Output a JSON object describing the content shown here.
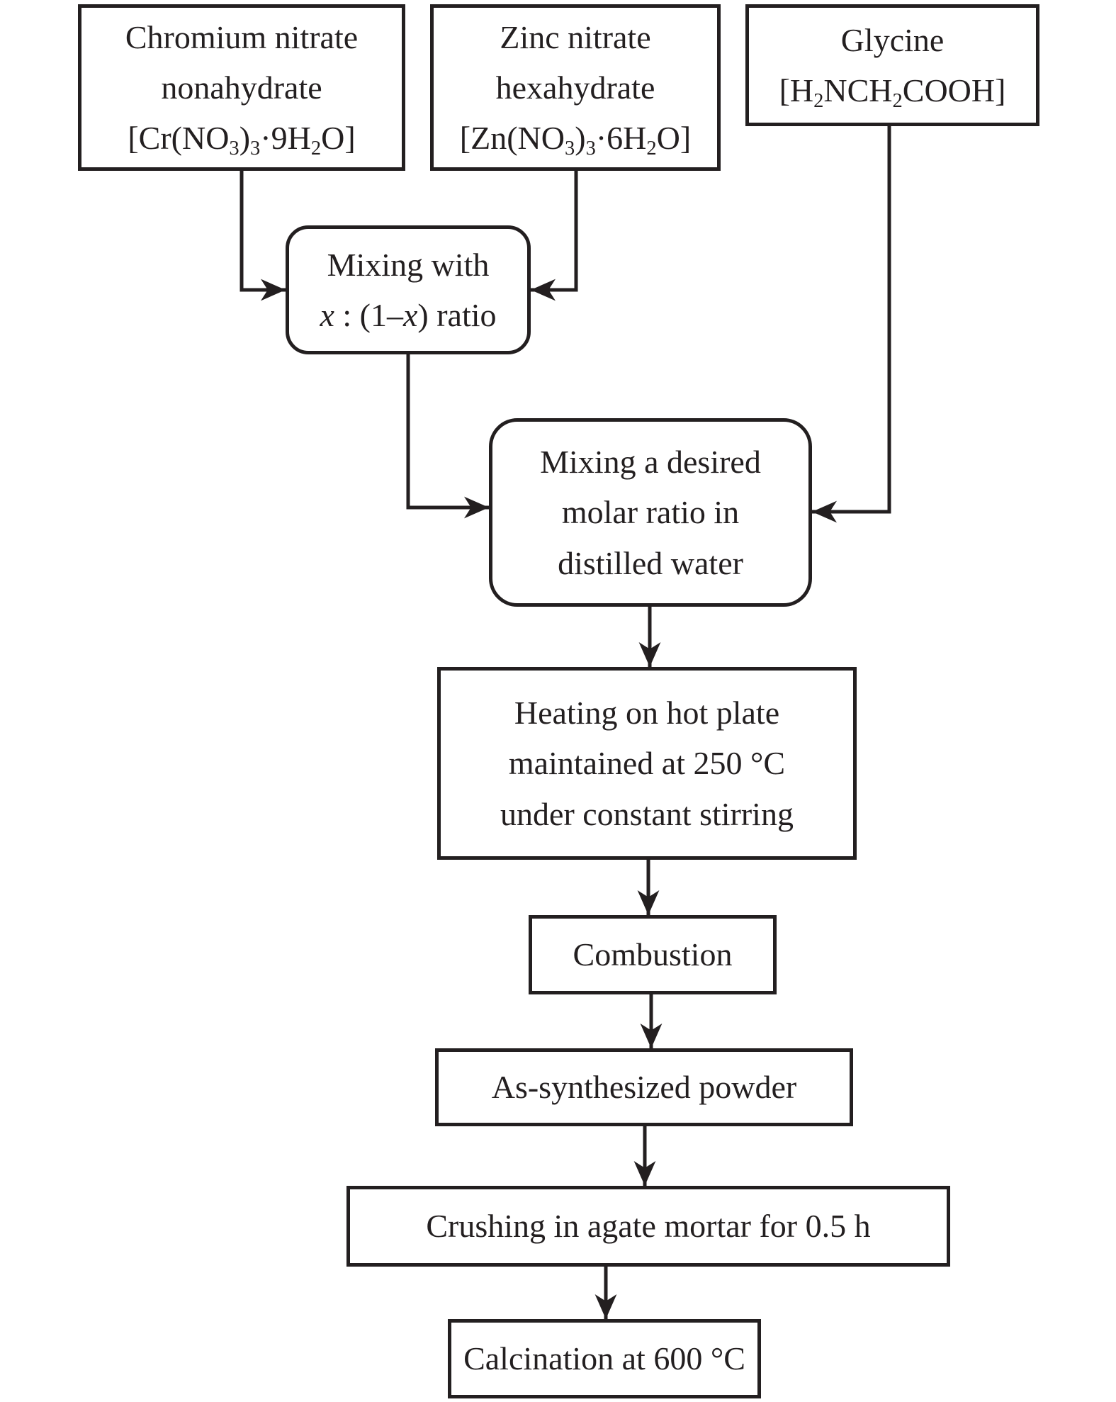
{
  "colors": {
    "ink": "#231f20",
    "background": "#ffffff"
  },
  "nodes": {
    "chromium": {
      "label": "Chromium nitrate\nnonahydrate\n[Cr(NO_3_)_3_·9H_2_O]"
    },
    "zinc": {
      "label": "Zinc nitrate\nhexahydrate\n[Zn(NO_3_)_3_·6H_2_O]"
    },
    "glycine": {
      "label": "Glycine\n[H_2_NCH_2_COOH]"
    },
    "mixing_ratio": {
      "label": "Mixing with\n*x* : (1–*x*) ratio"
    },
    "mixing_water": {
      "label": "Mixing a desired\nmolar ratio in\ndistilled water"
    },
    "heating": {
      "label": "Heating on hot plate\nmaintained at 250 °C\nunder constant stirring"
    },
    "combustion": {
      "label": "Combustion"
    },
    "powder": {
      "label": "As-synthesized powder"
    },
    "crushing": {
      "label": "Crushing in agate mortar for 0.5 h"
    },
    "calcination": {
      "label": "Calcination at 600 °C"
    }
  },
  "edges": [
    {
      "from": "chromium",
      "to": "mixing_ratio"
    },
    {
      "from": "zinc",
      "to": "mixing_ratio"
    },
    {
      "from": "mixing_ratio",
      "to": "mixing_water"
    },
    {
      "from": "glycine",
      "to": "mixing_water"
    },
    {
      "from": "mixing_water",
      "to": "heating"
    },
    {
      "from": "heating",
      "to": "combustion"
    },
    {
      "from": "combustion",
      "to": "powder"
    },
    {
      "from": "powder",
      "to": "crushing"
    },
    {
      "from": "crushing",
      "to": "calcination"
    }
  ]
}
